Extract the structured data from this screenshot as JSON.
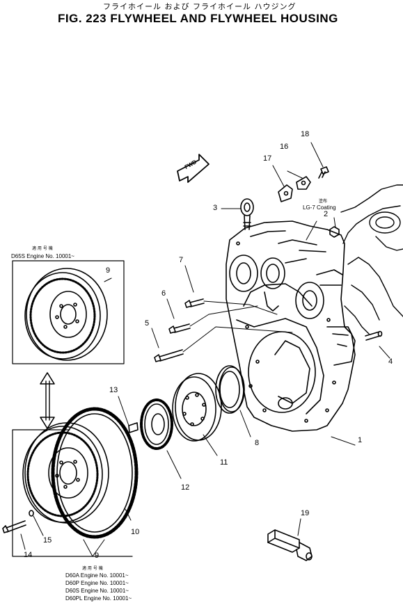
{
  "header": {
    "subtitle": "フライホイール および フライホイール ハウジング",
    "title": "FIG. 223   FLYWHEEL  AND  FLYWHEEL  HOUSING"
  },
  "fwd_label": "FWD",
  "coating": {
    "jp": "塗布",
    "text": "LG-7 Coating"
  },
  "inset_top": {
    "jp": "適 用 号 機",
    "engine": "D65S Engine No. 10001~"
  },
  "inset_bottom": {
    "jp": "適 用 号 機",
    "rows": [
      "D60A  Engine No. 10001~",
      "D60P  Engine No. 10001~",
      "D60S  Engine No. 10001~",
      "D60PL Engine No. 10001~"
    ]
  },
  "part_numbers": [
    "1",
    "2",
    "3",
    "4",
    "5",
    "6",
    "7",
    "8",
    "9",
    "9",
    "10",
    "11",
    "12",
    "13",
    "14",
    "15",
    "16",
    "17",
    "18",
    "19"
  ]
}
